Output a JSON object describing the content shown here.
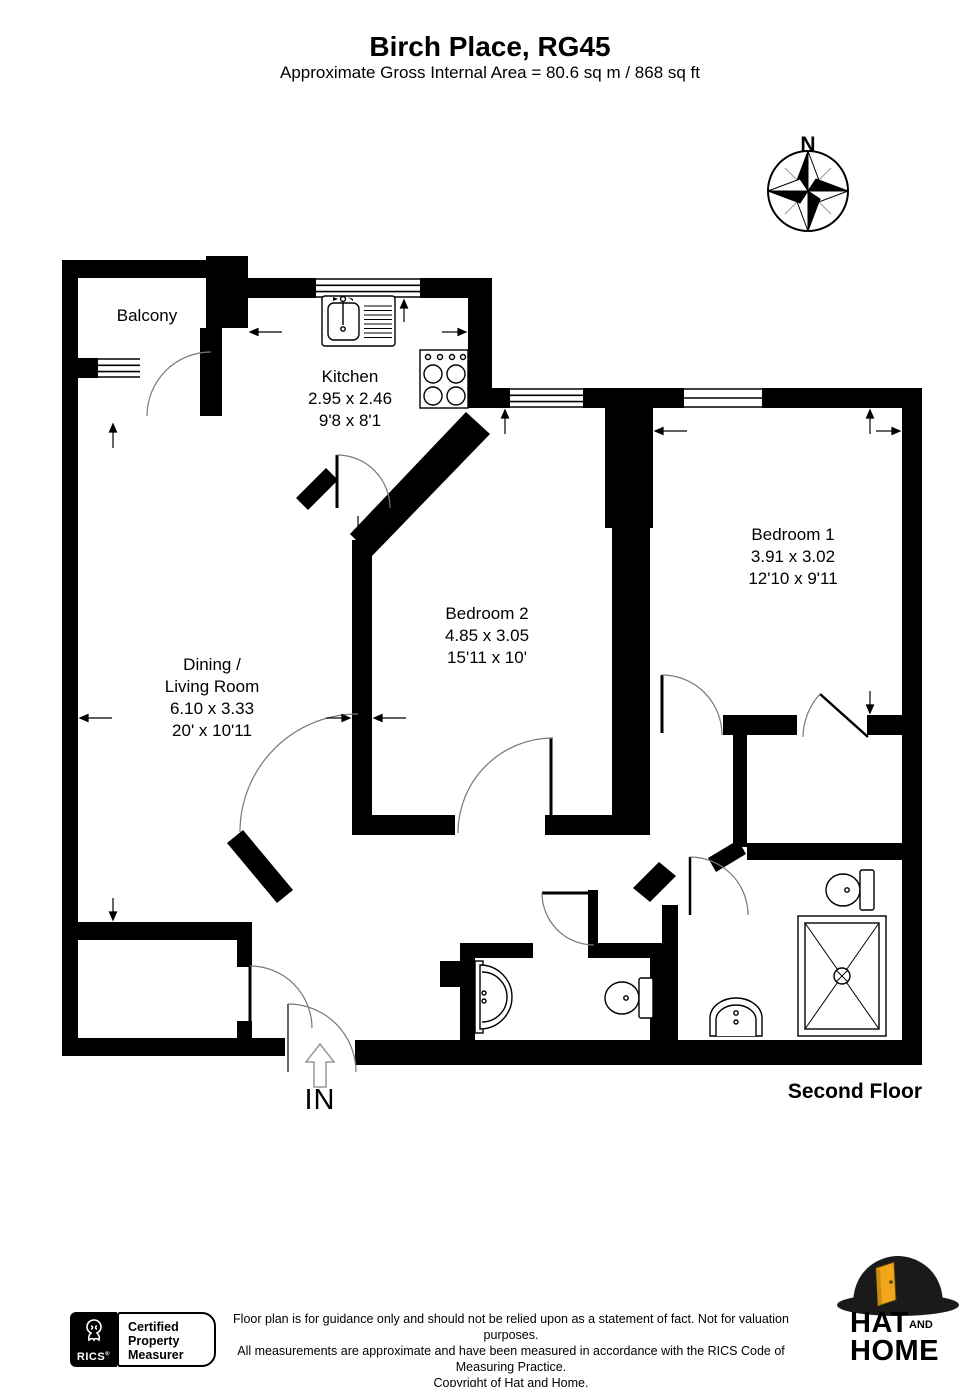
{
  "header": {
    "title": "Birch Place, RG45",
    "subtitle": "Approximate Gross Internal Area = 80.6 sq m / 868 sq ft"
  },
  "compass": {
    "north_label": "N"
  },
  "rooms": {
    "balcony": {
      "name": "Balcony"
    },
    "kitchen": {
      "name": "Kitchen",
      "dimensions_metric": "2.95 x 2.46",
      "dimensions_imperial": "9'8 x 8'1"
    },
    "dining_living": {
      "name_line1": "Dining /",
      "name_line2": "Living Room",
      "dimensions_metric": "6.10 x 3.33",
      "dimensions_imperial": "20' x 10'11"
    },
    "bedroom2": {
      "name": "Bedroom 2",
      "dimensions_metric": "4.85 x 3.05",
      "dimensions_imperial": "15'11 x 10'"
    },
    "bedroom1": {
      "name": "Bedroom 1",
      "dimensions_metric": "3.91 x 3.02",
      "dimensions_imperial": "12'10 x 9'11"
    }
  },
  "plan": {
    "entrance_label": "IN",
    "floor_label": "Second Floor"
  },
  "footer": {
    "rics": {
      "logo_text": "RICS",
      "registered_mark": "®",
      "certification_line1": "Certified",
      "certification_line2": "Property",
      "certification_line3": "Measurer"
    },
    "disclaimer_line1": "Floor plan is for guidance only and should not be relied upon as a statement of fact. Not for valuation purposes.",
    "disclaimer_line2": "All measurements are approximate and have been measured in accordance with the RICS Code of Measuring Practice.",
    "disclaimer_line3": "Copyright of Hat and Home.",
    "brand": {
      "line1_word1": "HAT",
      "line1_word2": "AND",
      "line2": "HOME"
    }
  },
  "colors": {
    "walls": "#000000",
    "background": "#ffffff",
    "brand_door_gold": "#F2A71B",
    "door_arc": "#666666"
  }
}
